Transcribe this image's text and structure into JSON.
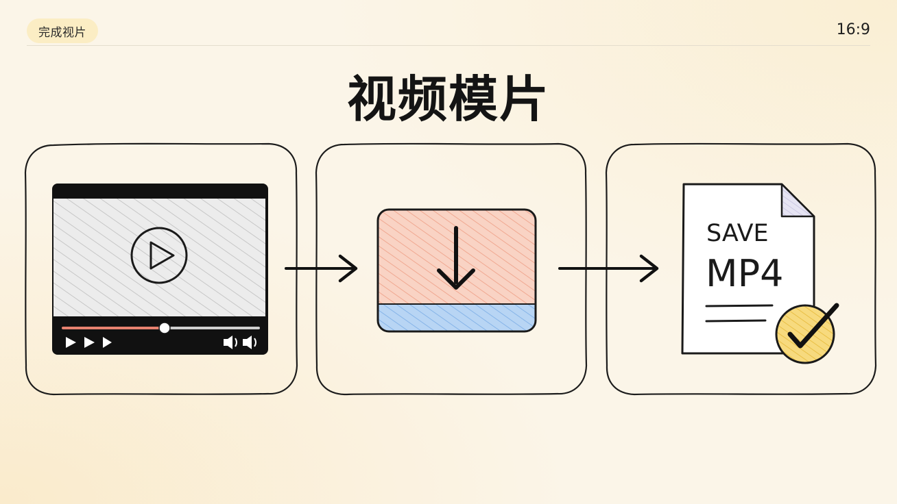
{
  "header": {
    "badge": "完成视片",
    "aspect_ratio": "16:9"
  },
  "title": "视频模片",
  "steps": [
    {
      "icon": "video-player-icon"
    },
    {
      "icon": "download-icon"
    },
    {
      "icon": "save-mp4-file-icon",
      "file_text_line1": "SAVE",
      "file_text_line2": "MP4"
    }
  ],
  "colors": {
    "background": "#fbf5e8",
    "badge": "#fbedc4",
    "download_top": "#f7c8b6",
    "download_bottom": "#a9ccf2",
    "progress": "#e8826f",
    "check_circle": "#f6d673"
  }
}
